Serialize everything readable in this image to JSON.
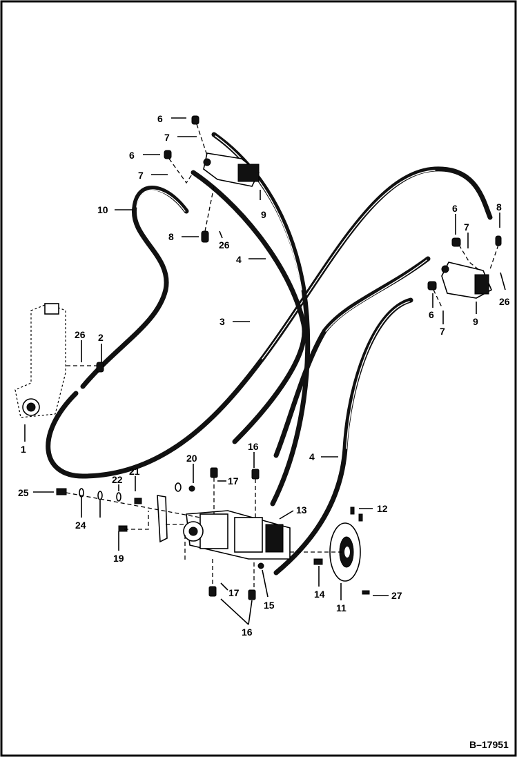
{
  "figure_id": "B–17951",
  "callouts": {
    "c6a": "6",
    "c7a": "7",
    "c6b": "6",
    "c7b": "7",
    "c10": "10",
    "c8a": "8",
    "c26a": "26",
    "c9a": "9",
    "c4a": "4",
    "c3": "3",
    "c26b": "26",
    "c2": "2",
    "c1": "1",
    "c6c": "6",
    "c8b": "8",
    "c7c": "7",
    "c26c": "26",
    "c9b": "9",
    "c6d": "6",
    "c7d": "7",
    "c4b": "4",
    "c16a": "16",
    "c20": "20",
    "c21": "21",
    "c22": "22",
    "c17a": "17",
    "c25": "25",
    "c24": "24",
    "c19": "19",
    "c13": "13",
    "c12": "12",
    "c14": "14",
    "c11": "11",
    "c27": "27",
    "c15": "15",
    "c17b": "17",
    "c16b": "16"
  }
}
